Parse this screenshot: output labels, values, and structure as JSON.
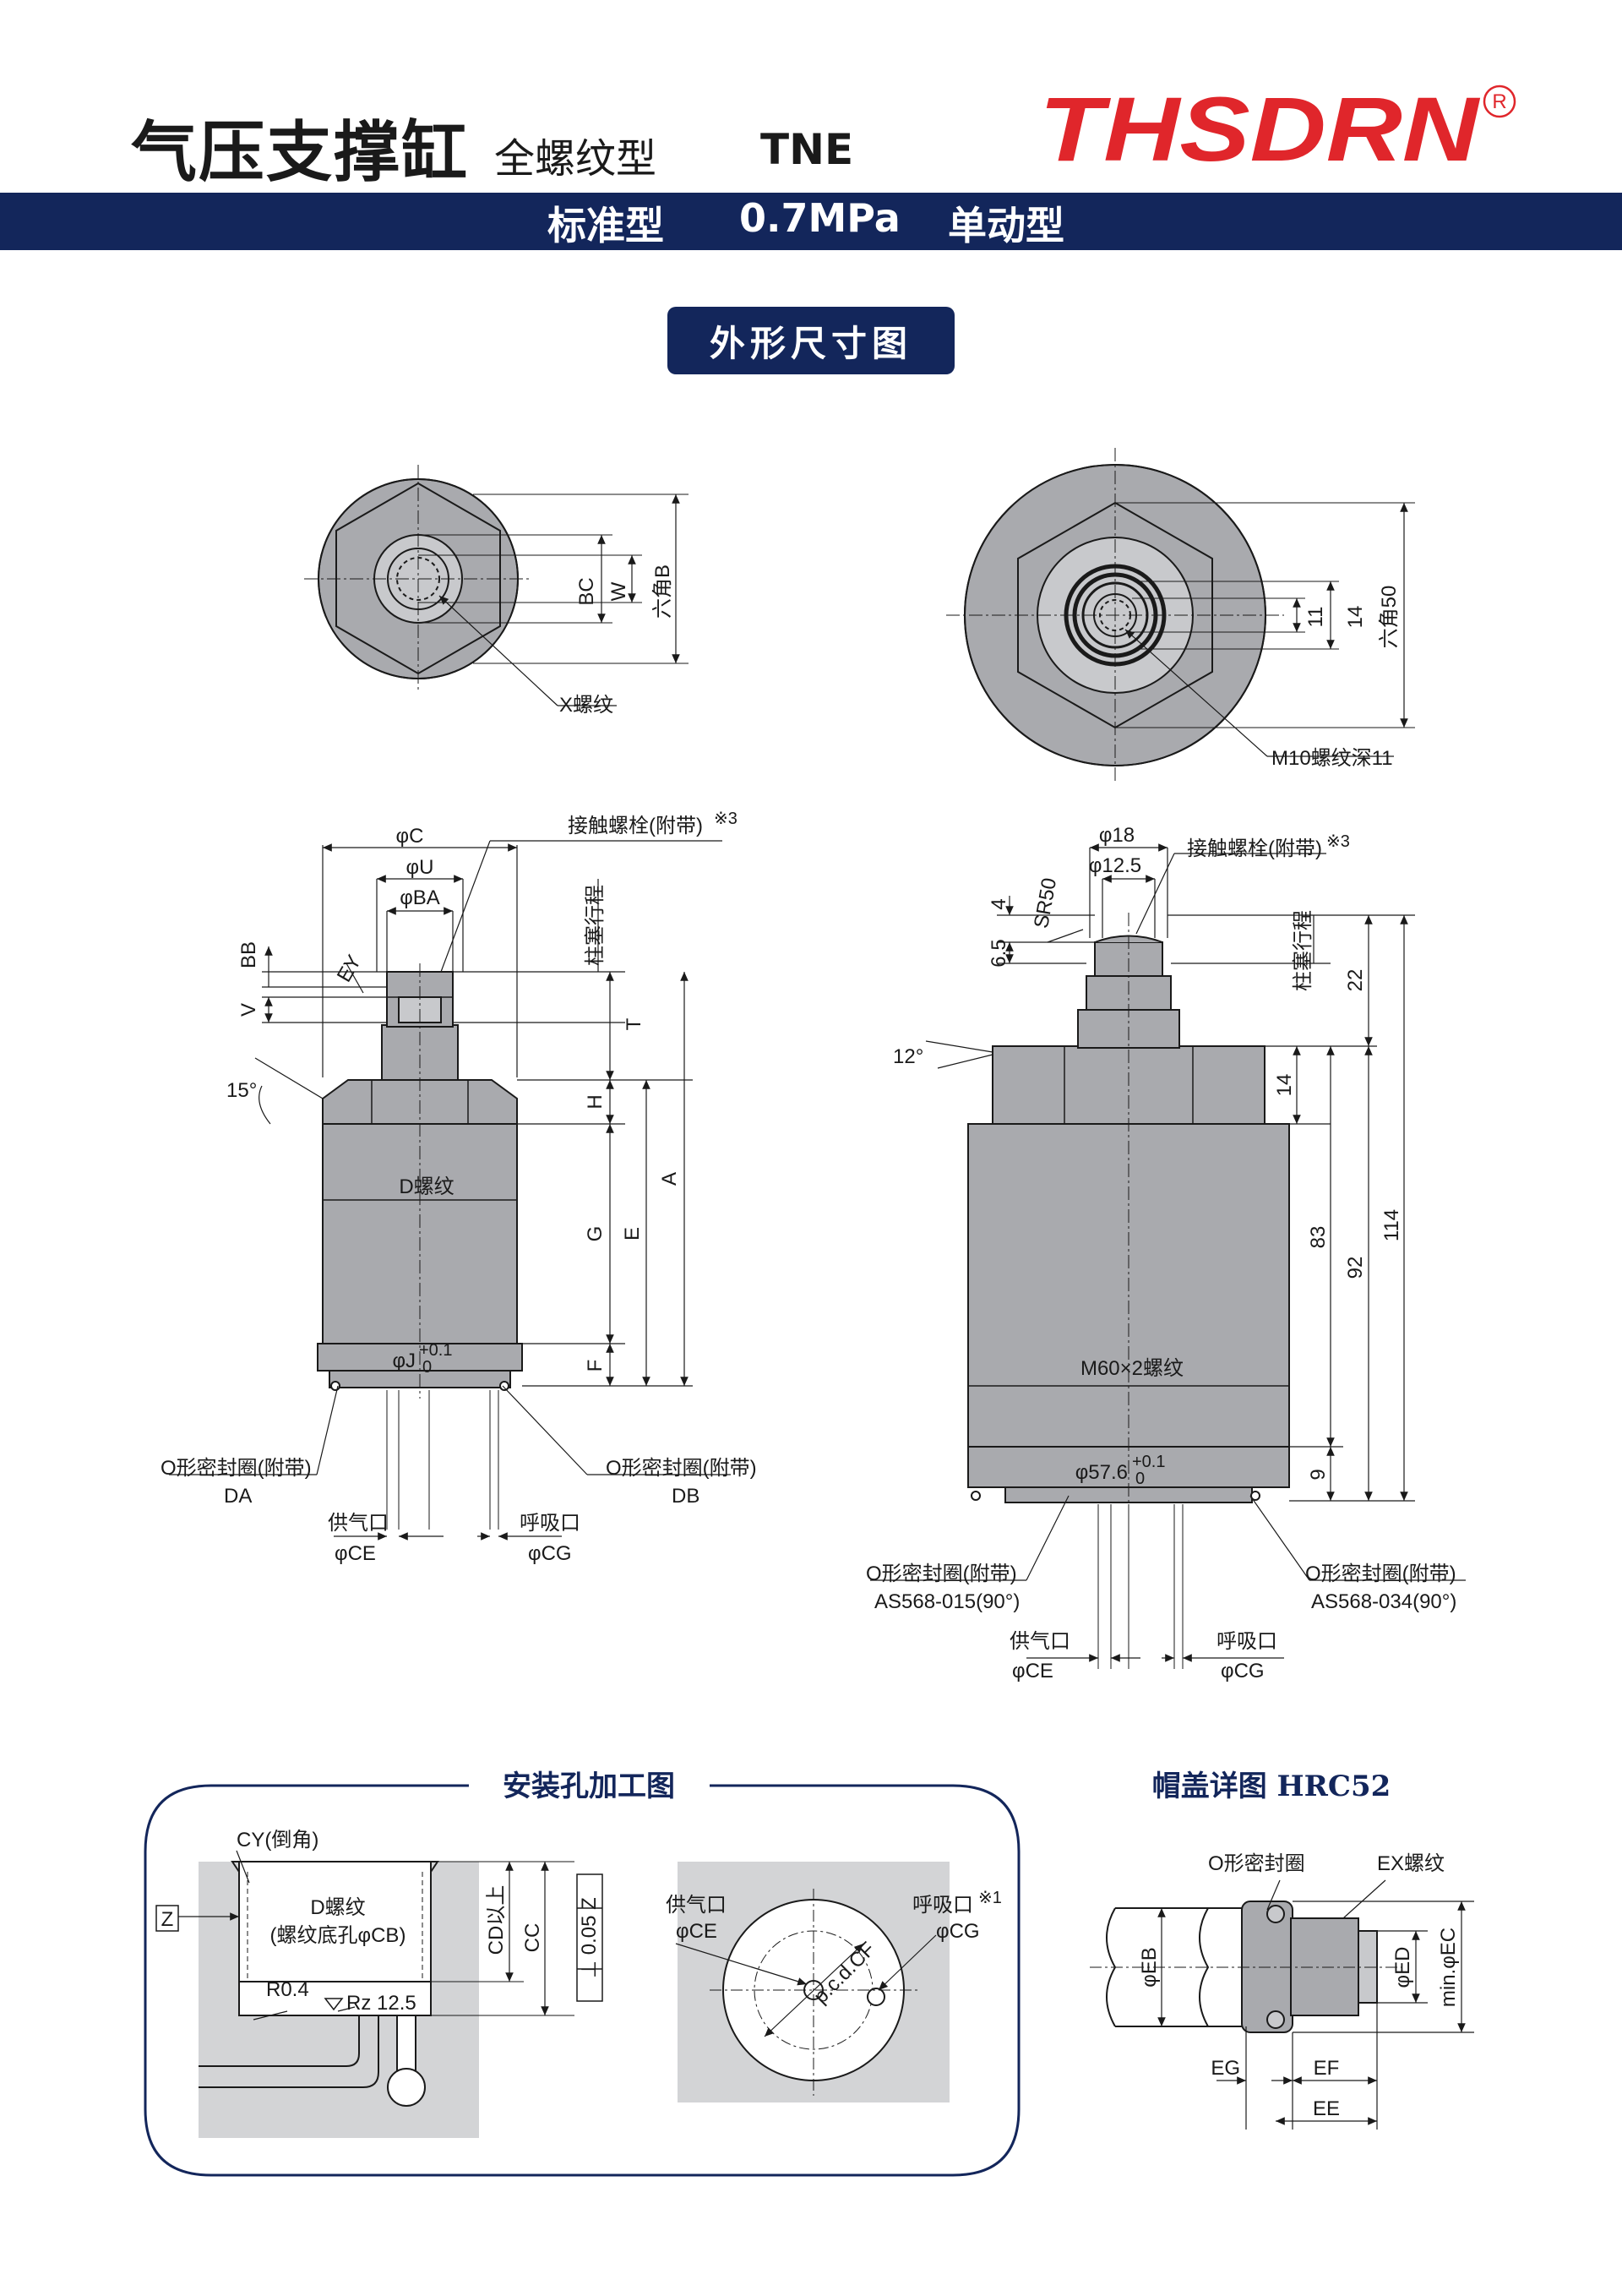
{
  "header": {
    "title": "气压支撑缸",
    "subtitle": "全螺纹型",
    "model": "TNE",
    "brand": "THSDRN",
    "registered_mark": "R",
    "spec_standard": "标准型",
    "spec_pressure": "0.7MPa",
    "spec_action": "单动型",
    "section_badge": "外形尺寸图"
  },
  "colors": {
    "navy": "#13265b",
    "brand_red": "#e0262b",
    "body_gray": "#a9aaae",
    "body_light": "#c8c9cc",
    "line": "#1a1a1a",
    "panel_gray": "#d3d4d6"
  },
  "left_top_view": {
    "thread_label": "X螺纹",
    "dims": [
      "BC",
      "W",
      "六角B"
    ]
  },
  "right_top_view": {
    "thread_label": "M10螺纹深11",
    "dims": [
      "11",
      "14",
      "六角50"
    ]
  },
  "left_side_view": {
    "bolt_label": "接触螺栓(附带)",
    "note_mark": "※3",
    "dia_c": "φC",
    "dia_u": "φU",
    "dia_ba": "φBA",
    "dim_bb": "BB",
    "dim_ey": "EY",
    "dim_v": "V",
    "angle": "15°",
    "stroke_label": "柱塞行程",
    "dim_t": "T",
    "dim_h": "H",
    "dim_g": "G",
    "dim_e": "E",
    "dim_a": "A",
    "dim_f": "F",
    "thread_label": "D螺纹",
    "dia_j": "φJ",
    "tol_upper": "+0.1",
    "tol_lower": "0",
    "oring_label": "O形密封圈(附带)",
    "oring_left_code": "DA",
    "oring_right_code": "DB",
    "supply_label": "供气口",
    "supply_dia": "φCE",
    "breath_label": "呼吸口",
    "breath_dia": "φCG"
  },
  "right_side_view": {
    "dia_18": "φ18",
    "dia_12_5": "φ12.5",
    "bolt_label": "接触螺栓(附带)",
    "note_mark": "※3",
    "dim_4": "4",
    "dim_sr50": "SR50",
    "dim_6_5": "6.5",
    "stroke_label": "柱塞行程",
    "dim_22": "22",
    "angle": "12°",
    "dim_14": "14",
    "dim_83": "83",
    "dim_92": "92",
    "dim_114": "114",
    "thread_label": "M60×2螺纹",
    "dia_57_6": "φ57.6",
    "tol_upper": "+0.1",
    "tol_lower": "0",
    "dim_9": "9",
    "oring_label": "O形密封圈(附带)",
    "oring_left_code": "AS568-015(90°)",
    "oring_right_code": "AS568-034(90°)",
    "supply_label": "供气口",
    "supply_dia": "φCE",
    "breath_label": "呼吸口",
    "breath_dia": "φCG"
  },
  "mount_panel": {
    "title": "安装孔加工图",
    "chamfer": "CY(倒角)",
    "datum": "Z",
    "thread": "D螺纹",
    "thread_hole": "(螺纹底孔φCB)",
    "radius": "R0.4",
    "roughness": "Rz 12.5",
    "depth_min": "CD以上",
    "depth": "CC",
    "perp_tol": "⊥ 0.05 Z",
    "supply": "供气口",
    "supply_dia": "φCE",
    "breath": "呼吸口",
    "breath_note": "※1",
    "breath_dia": "φCG",
    "pcd": "p.c.d.CF"
  },
  "cap_detail": {
    "title": "帽盖详图 HRC52",
    "oring": "O形密封圈",
    "ex_thread": "EX螺纹",
    "dia_eb": "φEB",
    "dia_ed": "φED",
    "dia_ec": "min.φEC",
    "eg": "EG",
    "ef": "EF",
    "ee": "EE"
  }
}
